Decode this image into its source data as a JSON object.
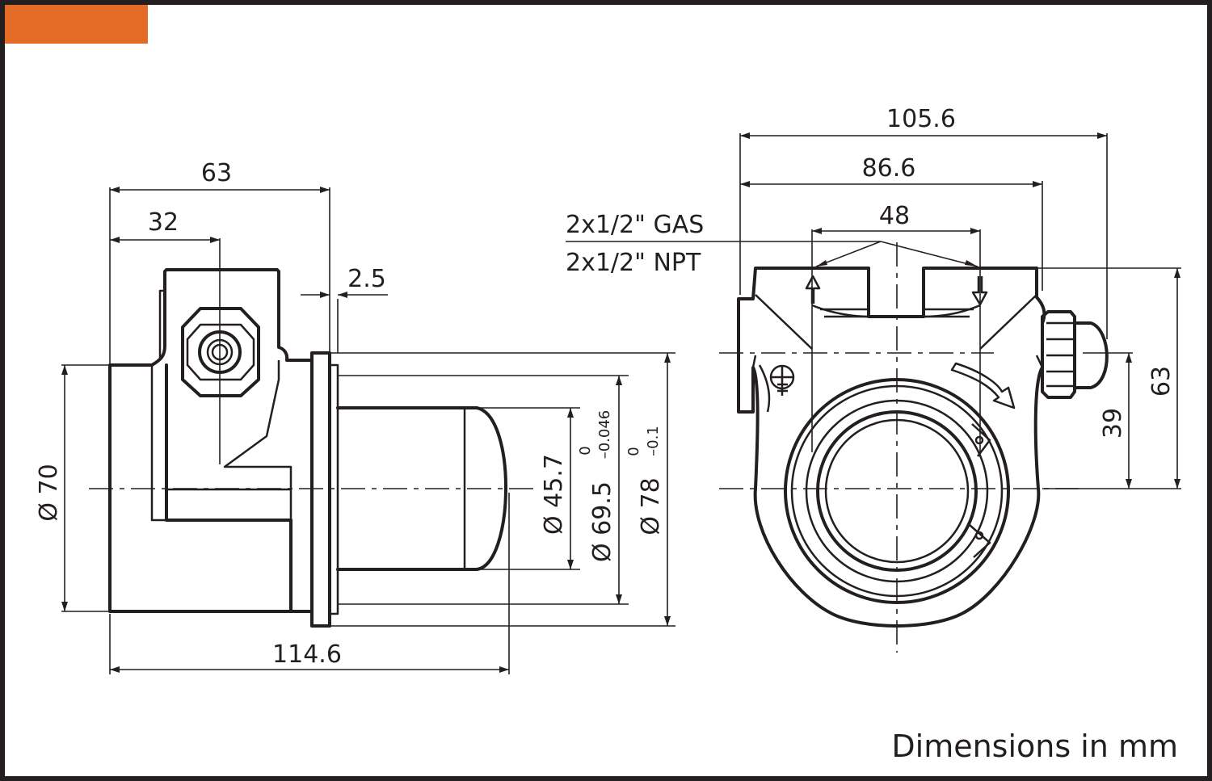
{
  "colors": {
    "accent": "#e46b25",
    "ink": "#231f20",
    "frame": "#231f20",
    "background": "#ffffff"
  },
  "side_view": {
    "dim_overall_width": "63",
    "dim_port_offset": "32",
    "dim_flange": "2.5",
    "dim_length": "114.6",
    "dia_body": "Ø 70",
    "dia_shaft": "Ø 45.7",
    "dia_shaft_tol_upper": "0",
    "dia_shaft_tol_lower": "–0.046",
    "dia_pilot": "Ø 69.5",
    "dia_flange": "Ø 78",
    "dia_flange_tol_upper": "0",
    "dia_flange_tol_lower": "–0.1"
  },
  "front_view": {
    "dim_total_width": "105.6",
    "dim_body_width": "86.6",
    "dim_port_spacing": "48",
    "thread_gas": "2x1/2\" GAS",
    "thread_npt": "2x1/2\" NPT",
    "dim_port_height": "39",
    "dim_total_height": "63"
  },
  "footer": {
    "units_note": "Dimensions in mm"
  }
}
